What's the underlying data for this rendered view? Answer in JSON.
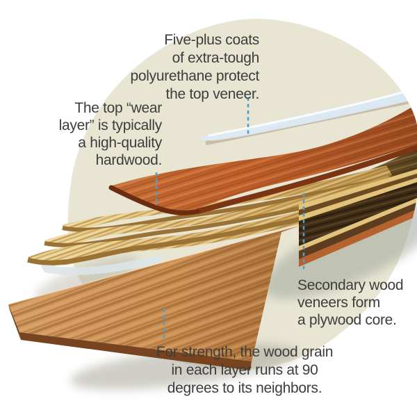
{
  "callouts": {
    "polyurethane": {
      "lines": [
        "Five-plus coats",
        "of extra-tough",
        "polyurethane protect",
        "the top veneer."
      ]
    },
    "wear_layer": {
      "lines": [
        "The top “wear",
        "layer” is typically",
        "a high-quality",
        "hardwood."
      ]
    },
    "core": {
      "lines": [
        "Secondary wood",
        "veneers form",
        "a plywood core."
      ]
    },
    "grain": {
      "lines": [
        "For strength, the wood grain",
        "in each layer runs at 90",
        "degrees to its neighbors."
      ]
    }
  },
  "colors": {
    "background": "#ffffff",
    "circle": "#e8e5d3",
    "text": "#3d3d3d",
    "leader": "#4e9fcf",
    "polyurethane": "#dce9f2",
    "wear_layer": "#bf6530",
    "wear_layer_edge": "#7c3513",
    "core_face": "#a87c3e",
    "veneer_tan": "#e2c37c",
    "veneer_edge": "#9a7334",
    "stack_thin_brown": "#6e4a22",
    "walnut": "#3f2d15",
    "stack_brown": "#5d3d1d",
    "copper": "#b5622f",
    "bottom_plank": "#c98e52",
    "bottom_plank_edge": "#77441f"
  }
}
